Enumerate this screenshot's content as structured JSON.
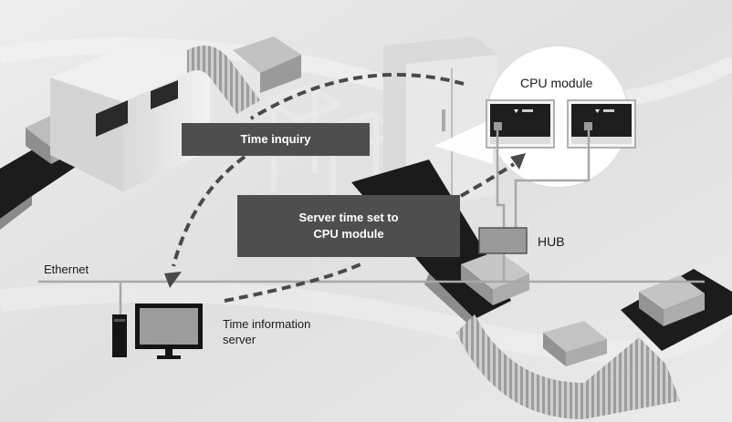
{
  "labels": {
    "time_inquiry": "Time inquiry",
    "server_time_set_line1": "Server time set to",
    "server_time_set_line2": "CPU module",
    "cpu_module": "CPU module",
    "hub": "HUB",
    "ethernet": "Ethernet",
    "time_server_line1": "Time information",
    "time_server_line2": "server"
  },
  "icons": [
    "cpu-module-icon",
    "hub-icon",
    "computer-monitor-icon",
    "pc-tower-icon",
    "conveyor-machine-icon"
  ],
  "colors": {
    "label_box": "#4e4e4e",
    "hub_box": "#9a9a9a",
    "dashed_arrow": "#4a4a4a",
    "network_line": "#a8a8a8",
    "background": "#e6e6e6"
  }
}
